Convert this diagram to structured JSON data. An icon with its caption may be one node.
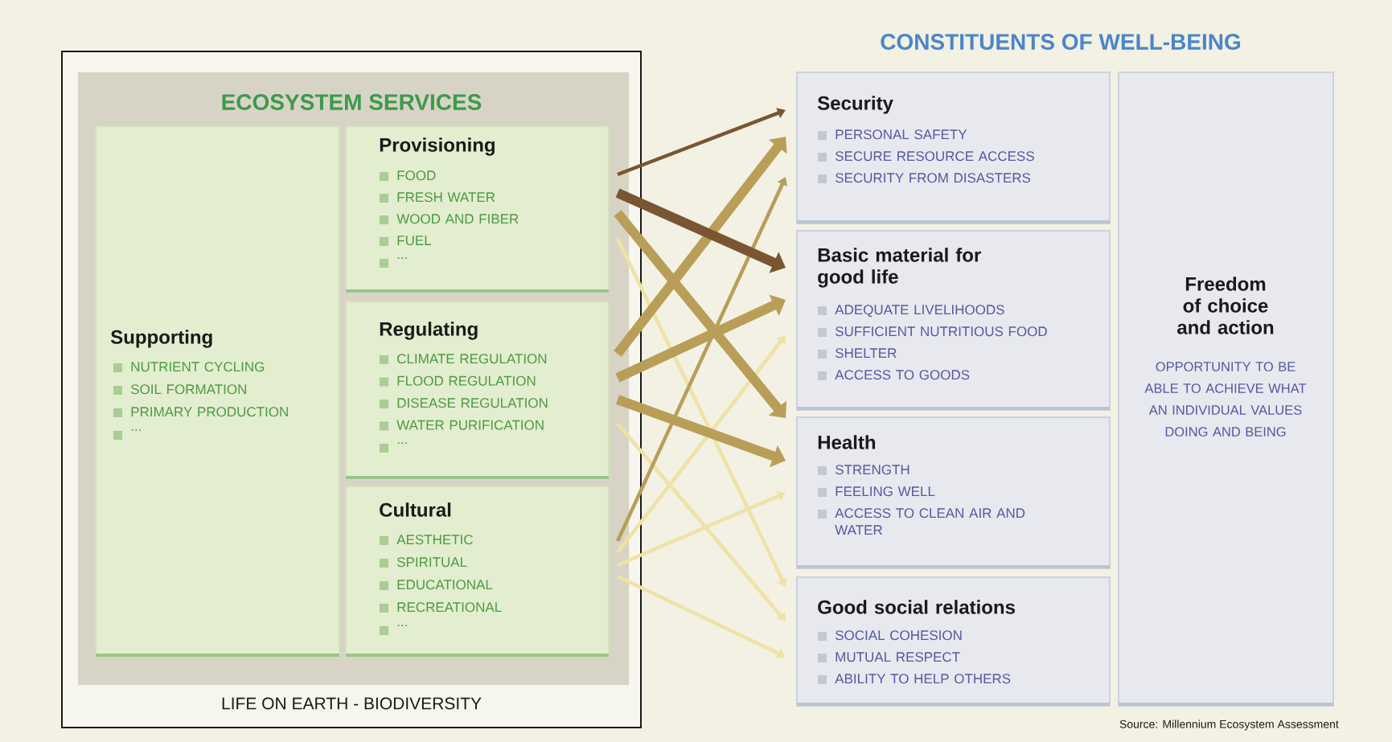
{
  "diagram": {
    "nodes": [
      {
        "text": [
          "LIFE ON EARTH - BIODIVERSITY"
        ]
      },
      {
        "text": [
          "ECOSYSTEM SERVICES"
        ],
        "in": 0
      },
      {
        "text": [
          "Supporting",
          "NUTRIENT CYCLING",
          "SOIL FORMATION",
          "PRIMARY PRODUCTION",
          "..."
        ],
        "in": 1
      },
      {
        "text": [
          "Provisioning",
          "FOOD",
          "FRESH WATER",
          "WOOD AND FIBER",
          "FUEL",
          "..."
        ],
        "in": 1
      },
      {
        "text": [
          "Regulating",
          "CLIMATE REGULATION",
          "FLOOD REGULATION",
          "DISEASE REGULATION",
          "WATER PURIFICATION",
          "..."
        ],
        "in": 1
      },
      {
        "text": [
          "Cultural",
          "AESTHETIC",
          "SPIRITUAL",
          "EDUCATIONAL",
          "RECREATIONAL",
          "..."
        ],
        "in": 1
      },
      {
        "text": [
          "Security",
          "PERSONAL SAFETY",
          "SECURE RESOURCE ACCESS",
          "SECURITY FROM DISASTERS"
        ]
      },
      {
        "text": [
          "Basic material for good life",
          "ADEQUATE LIVELIHOODS",
          "SUFFICIENT NUTRITIOUS FOOD",
          "SHELTER",
          "ACCESS TO GOODS"
        ]
      },
      {
        "text": [
          "Health",
          "STRENGTH",
          "FEELING WELL",
          "ACCESS TO CLEAN AIR AND WATER"
        ]
      },
      {
        "text": [
          "Good social relations",
          "SOCIAL COHESION",
          "MUTUAL RESPECT",
          "ABILITY TO HELP OTHERS"
        ]
      },
      {
        "text": [
          "Freedom of choice and action",
          "OPPORTUNITY TO BE ABLE TO ACHIEVE WHAT AN INDIVIDUAL VALUES DOING AND BEING"
        ]
      }
    ],
    "edges": [
      {
        "from": 3,
        "to": 6,
        "arrow": "to",
        "color": "#7a5532"
      },
      {
        "from": 3,
        "to": 7,
        "arrow": "to",
        "style": "thick",
        "color": "#7a5532"
      },
      {
        "from": 3,
        "to": 8,
        "arrow": "to",
        "style": "thick",
        "color": "#b99e58"
      },
      {
        "from": 3,
        "to": 9,
        "arrow": "to",
        "color": "#efe2a4"
      },
      {
        "from": 4,
        "to": 6,
        "arrow": "to",
        "style": "thick",
        "color": "#b99e58"
      },
      {
        "from": 4,
        "to": 7,
        "arrow": "to",
        "style": "thick",
        "color": "#b99e58"
      },
      {
        "from": 4,
        "to": 8,
        "arrow": "to",
        "style": "thick",
        "color": "#b99e58"
      },
      {
        "from": 4,
        "to": 9,
        "arrow": "to",
        "color": "#efe2a4"
      },
      {
        "from": 5,
        "to": 6,
        "arrow": "to",
        "color": "#b99e58"
      },
      {
        "from": 5,
        "to": 7,
        "arrow": "to",
        "color": "#efe2a4"
      },
      {
        "from": 5,
        "to": 8,
        "arrow": "to",
        "color": "#efe2a4"
      },
      {
        "from": 5,
        "to": 9,
        "arrow": "to",
        "color": "#efe2a4"
      }
    ],
    "labels": [
      "CONSTITUENTS OF WELL-BEING",
      "Source: Millennium Ecosystem Assessment"
    ]
  }
}
